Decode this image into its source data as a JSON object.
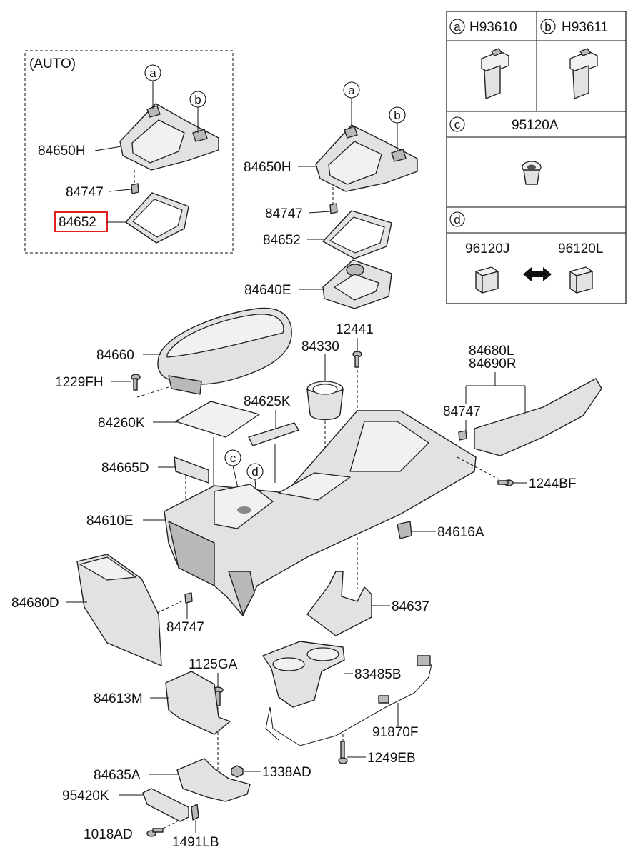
{
  "auto_group": {
    "label": "(AUTO)"
  },
  "callouts": {
    "a": "a",
    "b": "b",
    "c": "c",
    "d": "d"
  },
  "legend": {
    "a_part": "H93610",
    "b_part": "H93611",
    "c_part": "95120A",
    "d_part_left": "96120J",
    "d_part_right": "96120L",
    "d_swap_icon": "double-arrow-icon"
  },
  "parts": {
    "p84650H_auto": "84650H",
    "p84747_auto": "84747",
    "p84652_auto": "84652",
    "p84650H": "84650H",
    "p84747_a": "84747",
    "p84652": "84652",
    "p84640E": "84640E",
    "p12441": "12441",
    "p84660": "84660",
    "p84330": "84330",
    "p84680L": "84680L",
    "p84690R": "84690R",
    "p1229FH": "1229FH",
    "p84625K": "84625K",
    "p84260K": "84260K",
    "p84747_b": "84747",
    "p84665D": "84665D",
    "p1244BF": "1244BF",
    "p84610E": "84610E",
    "p84616A": "84616A",
    "p84680D": "84680D",
    "p84637": "84637",
    "p84747_c": "84747",
    "p1125GA": "1125GA",
    "p83485B": "83485B",
    "p84613M": "84613M",
    "p91870F": "91870F",
    "p1249EB": "1249EB",
    "p84635A": "84635A",
    "p1338AD": "1338AD",
    "p95420K": "95420K",
    "p1018AD": "1018AD",
    "p1491LB": "1491LB"
  },
  "highlight_color": "#e0201b"
}
